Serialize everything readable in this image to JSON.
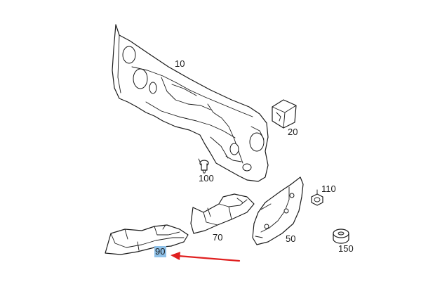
{
  "parts": [
    {
      "id": "part-10",
      "label": "10"
    },
    {
      "id": "part-20",
      "label": "20"
    },
    {
      "id": "part-50",
      "label": "50"
    },
    {
      "id": "part-70",
      "label": "70"
    },
    {
      "id": "part-90",
      "label": "90",
      "highlighted": true
    },
    {
      "id": "part-100",
      "label": "100"
    },
    {
      "id": "part-110",
      "label": "110"
    },
    {
      "id": "part-150",
      "label": "150"
    }
  ],
  "colors": {
    "line": "#1a1a1a",
    "highlight": "#8fc1e8",
    "arrow": "#e02020"
  }
}
